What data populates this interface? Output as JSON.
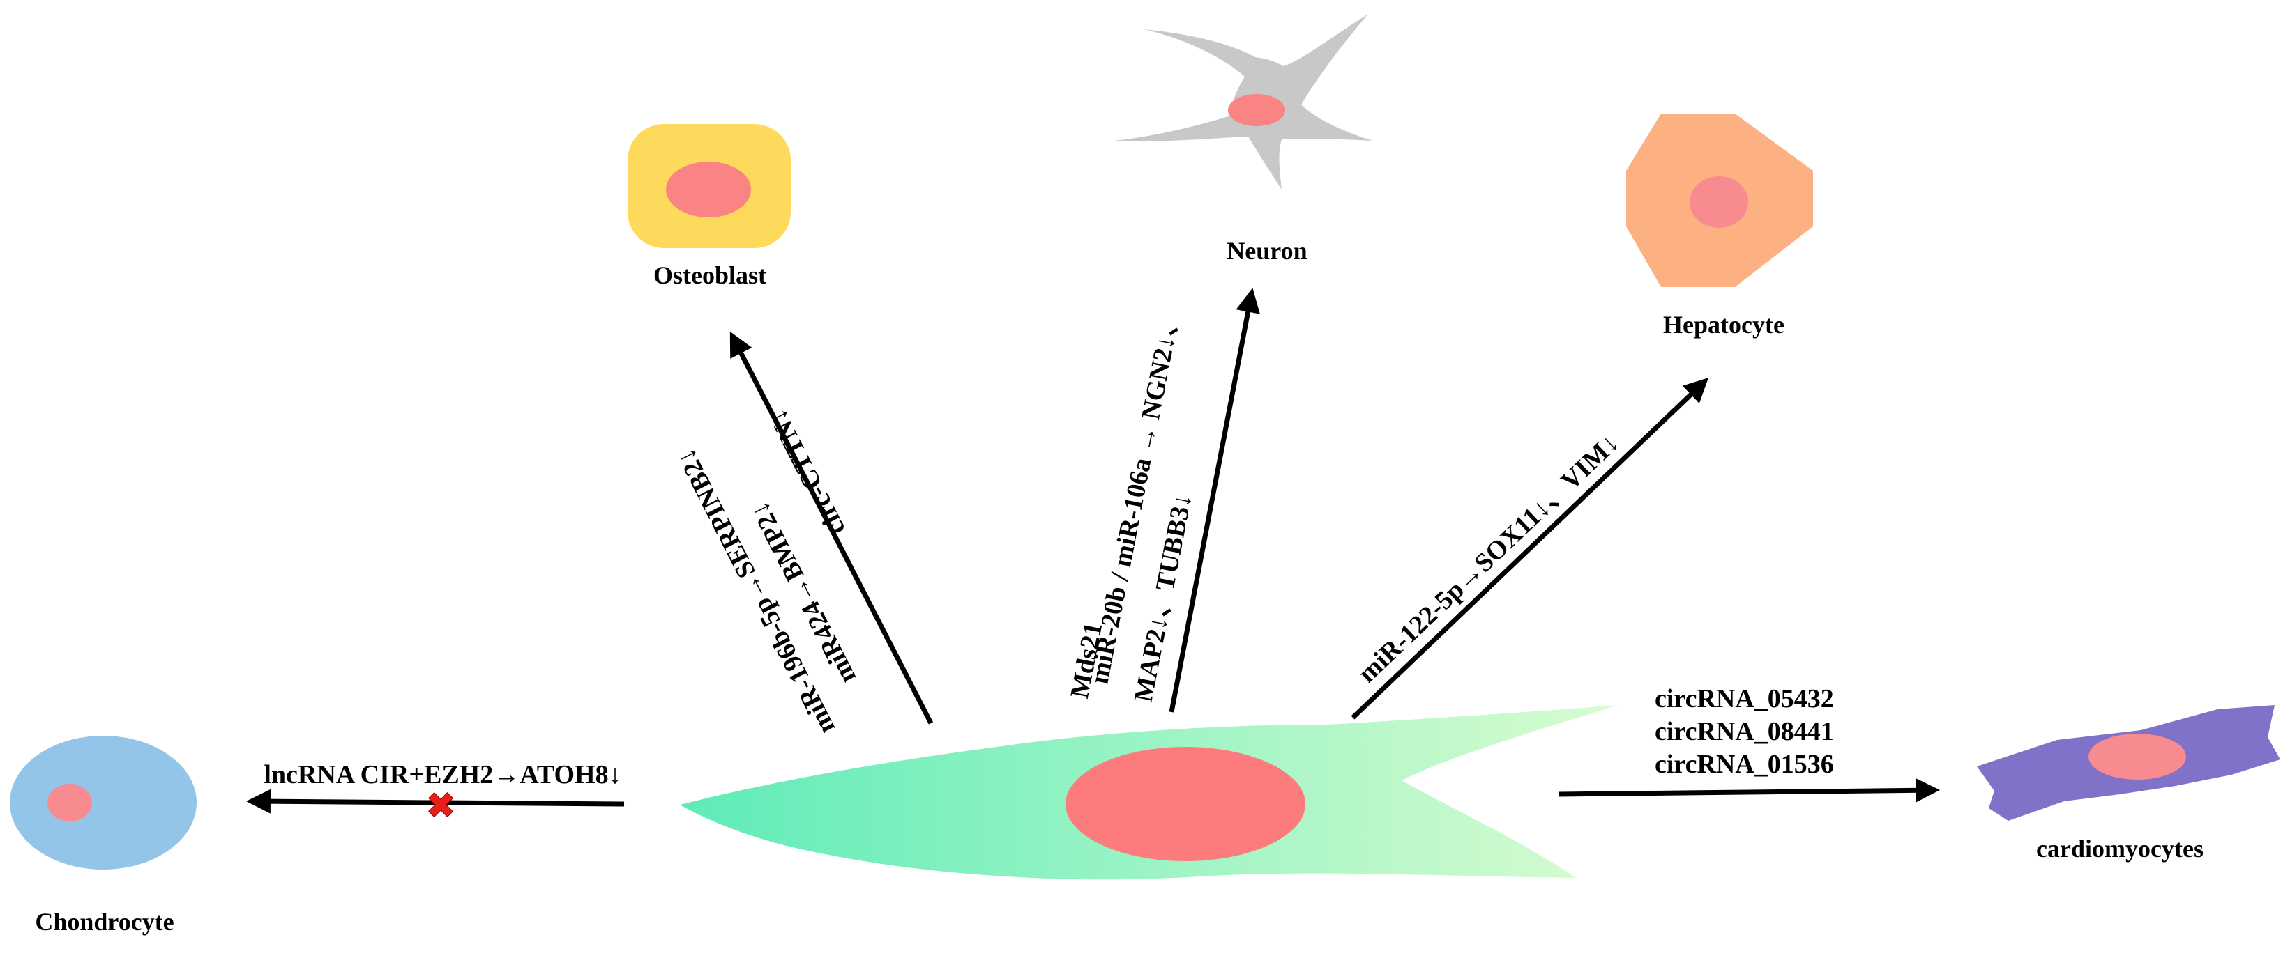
{
  "cells": {
    "stem": {
      "color_start": "#5EEBB8",
      "color_end": "#D8FCD0",
      "nucleus_color": "#FC7B7D"
    },
    "osteoblast": {
      "label": "Osteoblast",
      "body_color": "#FDD95C",
      "nucleus_color": "#FA8383"
    },
    "neuron": {
      "label": "Neuron",
      "body_color": "#C8C8C8",
      "nucleus_color": "#FA8383"
    },
    "hepatocyte": {
      "label": "Hepatocyte",
      "body_color": "#FDB081",
      "nucleus_color": "#F78B8F"
    },
    "chondrocyte": {
      "label": "Chondrocyte",
      "body_color": "#93C5E8",
      "nucleus_color": "#F78B8F"
    },
    "cardiomyocyte": {
      "label": "cardiomyocytes",
      "body_color": "#7F72C8",
      "nucleus_color": "#F78B8F"
    }
  },
  "pathways": {
    "osteoblast": [
      "circ-CTTN↓",
      "miR424→BMP2↓",
      "miR-196b-5p→SERPINB2↓"
    ],
    "neuron": [
      "miR-20b / miR-106a → NGN2↓、",
      "Mds21",
      "MAP2↓、TUBB3↓"
    ],
    "hepatocyte": [
      "miR-122-5p→SOX11↓、VIM↓"
    ],
    "chondrocyte": [
      "lncRNA CIR+EZH2→ATOH8↓"
    ],
    "cardiomyocyte": [
      "circRNA_05432",
      "circRNA_08441",
      "circRNA_01536"
    ]
  },
  "block_marker": {
    "symbol": "✖",
    "color": "#E8201C"
  }
}
